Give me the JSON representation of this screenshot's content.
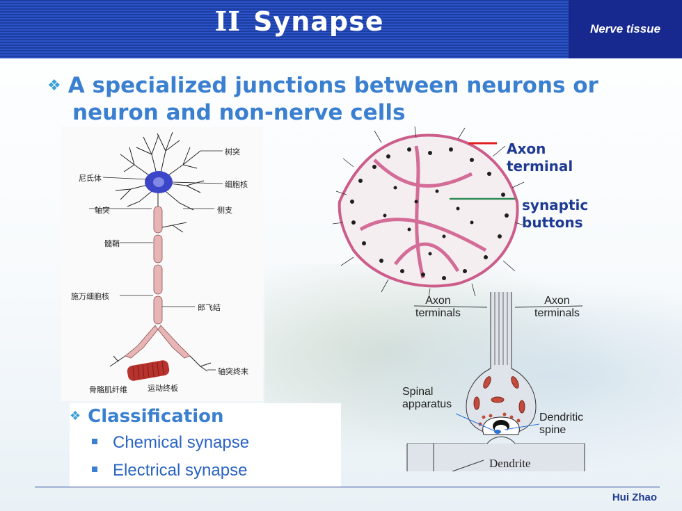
{
  "header": {
    "roman": "II",
    "title": "Synapse",
    "tag": "Nerve tissue"
  },
  "main_bullet": {
    "line1": "A specialized junctions between neurons or",
    "line2": "neuron and non-nerve cells"
  },
  "neuron_labels": {
    "dendrite": "树突",
    "nissl": "尼氏体",
    "nucleus": "细胞核",
    "axon": "轴突",
    "collateral": "侧支",
    "myelin": "髓鞘",
    "schwann": "施万细胞核",
    "ranvier": "郎飞结",
    "axon_terminal": "轴突终末",
    "muscle_fiber": "骨骼肌纤维",
    "motor_endplate": "运动终板"
  },
  "terminal_labels": {
    "axon_line1": "Axon",
    "axon_line2": "terminal",
    "syn_line1": "synaptic",
    "syn_line2": "buttons"
  },
  "diagram_labels": {
    "axon_left_1": "Axon",
    "axon_left_2": "terminals",
    "axon_right_1": "Axon",
    "axon_right_2": "terminals",
    "spinal_1": "Spinal",
    "spinal_2": "apparatus",
    "dspine_1": "Dendritic",
    "dspine_2": "spine",
    "dendrite": "Dendrite"
  },
  "classification": {
    "heading": "Classification",
    "items": [
      "Chemical synapse",
      "Electrical synapse"
    ]
  },
  "author": "Hui Zhao",
  "colors": {
    "header_blue": "#2a53c7",
    "tag_blue": "#17288f",
    "title_text": "#3a7fd0",
    "label_navy": "#1f3a93"
  }
}
